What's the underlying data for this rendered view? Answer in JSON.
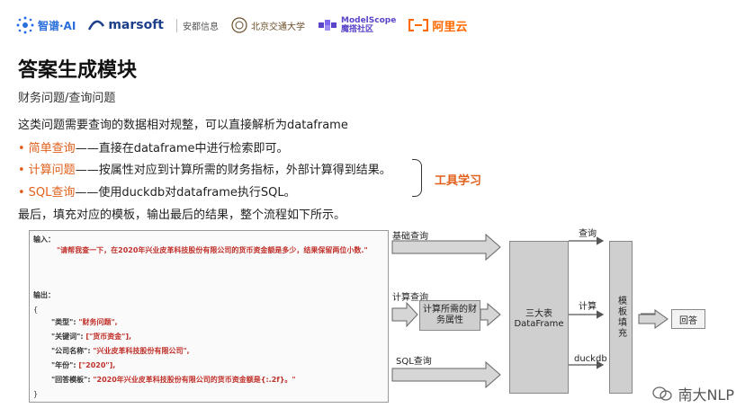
{
  "logos": {
    "zhipu": "智谱·AI",
    "marsoft": "marsoft",
    "anjian": "安都信息",
    "university": "北京交通大学",
    "modelscope_top": "ModelScope",
    "modelscope_bottom": "魔搭社区",
    "aliyun": "阿里云"
  },
  "title": "答案生成模块",
  "subtitle": "财务问题/查询问题",
  "intro": "这类问题需要查询的数据相对规整，可以直接解析为dataframe",
  "bullets": [
    {
      "head": "简单查询",
      "body": "——直接在dataframe中进行检索即可。"
    },
    {
      "head": "计算问题",
      "body": "——按属性对应到计算所需的财务指标，外部计算得到结果。"
    },
    {
      "head": "SQL查询",
      "body": "——使用duckdb对dataframe执行SQL。"
    }
  ],
  "tool_label": "工具学习",
  "conclusion": "最后，填充对应的模板，输出最后的结果，整个流程如下所示。",
  "code": {
    "input_label": "输入：",
    "input_text": "\"请帮我查一下，在2020年兴业皮革科技股份有限公司的货币资金额是多少，结果保留两位小数.\"",
    "output_label": "输出：",
    "open_brace": "{",
    "lines": [
      {
        "key": "\"类型\": ",
        "val": "\"财务问题\","
      },
      {
        "key": "\"关键词\": ",
        "val": "[\"货币资金\"],"
      },
      {
        "key": "\"公司名称\": ",
        "val": "\"兴业皮革科技股份有限公司\","
      },
      {
        "key": "\"年份\": ",
        "val": "[\"2020\"],"
      },
      {
        "key": "\"回答模板\": ",
        "val": "\"2020年兴业皮革科技股份有限公司的货币资金额是{:.2f}。\""
      }
    ],
    "close_brace": "}"
  },
  "diagram": {
    "basic_query": "基础查询",
    "calc_query": "计算查询",
    "sql_query": "SQL查询",
    "calc_box": "计算所需的财务属性",
    "tables_top": "三大表",
    "tables_bottom": "DataFrame",
    "label_query": "查询",
    "label_calc": "计算",
    "label_duckdb": "duckdb",
    "template_box": "模板填充",
    "answer": "回答"
  },
  "watermark": "南大NLP"
}
